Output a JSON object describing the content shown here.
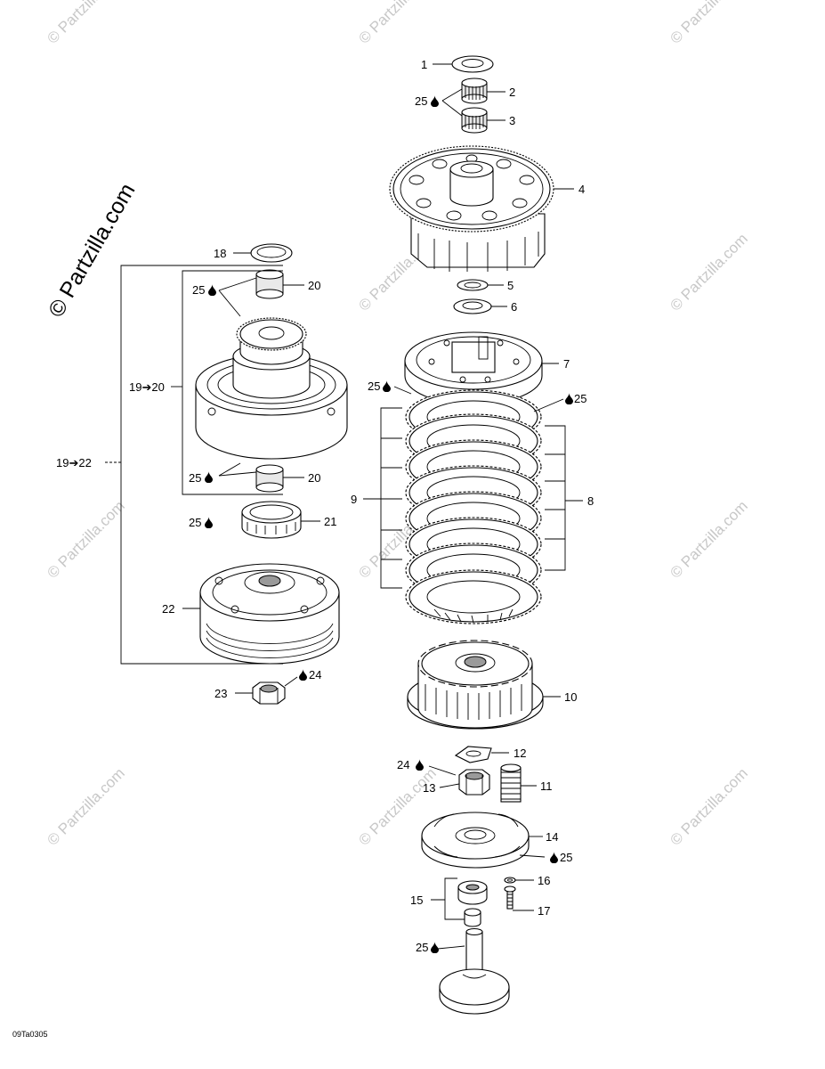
{
  "watermarks": {
    "small": "© Partzilla.com",
    "main": "© Partzilla.com"
  },
  "reference_code": "09Ta0305",
  "callouts": {
    "c1": "1",
    "c2": "2",
    "c3": "3",
    "c4": "4",
    "c5": "5",
    "c6": "6",
    "c7": "7",
    "c8": "8",
    "c9": "9",
    "c10": "10",
    "c11": "11",
    "c12": "12",
    "c13": "13",
    "c14": "14",
    "c15": "15",
    "c16": "16",
    "c17": "17",
    "c18": "18",
    "c19_20": "19➔20",
    "c19_22": "19➔22",
    "c20a": "20",
    "c20b": "20",
    "c21": "21",
    "c22": "22",
    "c23": "23",
    "c24": "24",
    "c24b": "24",
    "c25_top": "25",
    "c25_20a": "25",
    "c25_20b": "25",
    "c25_21": "25",
    "c25_7": "25",
    "c25_r": "25",
    "c25_14": "25",
    "c25_shaft": "25"
  },
  "icons": {
    "lubricant": "oil-drop-icon"
  }
}
